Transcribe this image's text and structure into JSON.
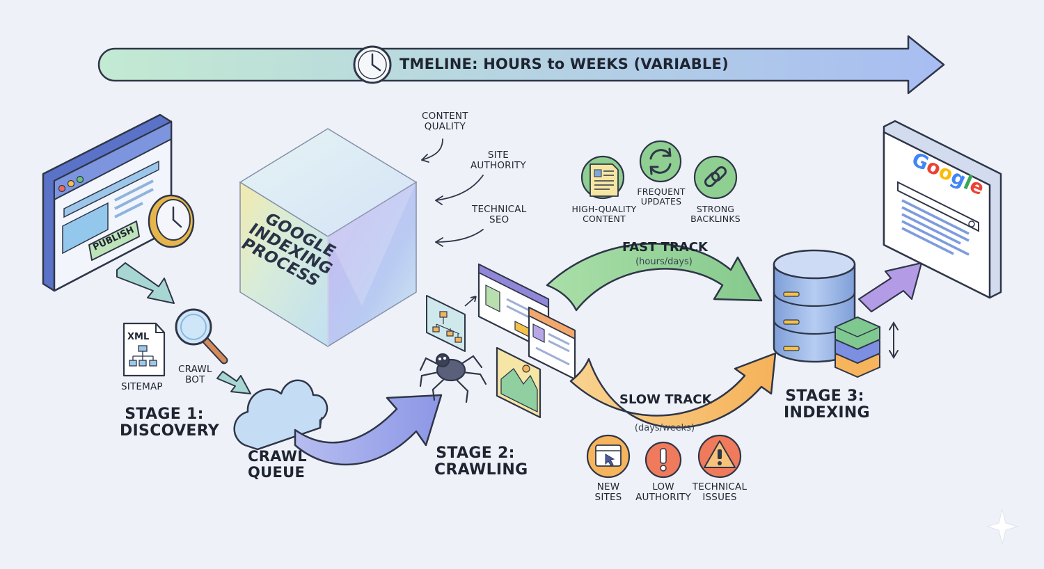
{
  "timeline": {
    "label": "TMELINE: HOURS to WEEKS (VARIABLE)"
  },
  "stage1": {
    "title_line1": "STAGE 1:",
    "title_line2": "DISCOVERY",
    "publish_label": "PUBLISH",
    "sitemap_badge": "XML",
    "sitemap_label": "SITEMAP",
    "crawl_bot_line1": "CRAWL",
    "crawl_bot_line2": "BOT"
  },
  "crawl_queue": {
    "line1": "CRAWL",
    "line2": "QUEUE"
  },
  "cube": {
    "title_line1": "GOOGLE",
    "title_line2": "INDEXING",
    "title_line3": "PROCESS"
  },
  "factors": [
    {
      "line1": "CONTENT",
      "line2": "QUALITY"
    },
    {
      "line1": "SITE",
      "line2": "AUTHORITY"
    },
    {
      "line1": "TECHNICAL",
      "line2": "SEO"
    }
  ],
  "stage2": {
    "title_line1": "STAGE 2:",
    "title_line2": "CRAWLING"
  },
  "fast_track": {
    "title": "FAST TRACK",
    "subtitle": "(hours/days)",
    "factors": [
      {
        "line1": "HIGH-QUALITY",
        "line2": "CONTENT",
        "icon": "document-icon",
        "color": "#8fcf92"
      },
      {
        "line1": "FREQUENT",
        "line2": "UPDATES",
        "icon": "refresh-icon",
        "color": "#8fcf92"
      },
      {
        "line1": "STRONG",
        "line2": "BACKLINKS",
        "icon": "link-icon",
        "color": "#8fcf92"
      }
    ]
  },
  "slow_track": {
    "title": "SLOW TRACK",
    "subtitle": "(days/weeks)",
    "factors": [
      {
        "line1": "NEW",
        "line2": "SITES",
        "icon": "browser-cursor-icon",
        "color": "#f6b45c"
      },
      {
        "line1": "LOW",
        "line2": "AUTHORITY",
        "icon": "exclamation-icon",
        "color": "#f07a5c"
      },
      {
        "line1": "TECHNICAL",
        "line2": "ISSUES",
        "icon": "warning-icon",
        "color": "#f07a5c"
      }
    ]
  },
  "stage3": {
    "title_line1": "STAGE 3:",
    "title_line2": "INDEXING"
  },
  "search_result": {
    "logo_text": "Google"
  },
  "colors": {
    "fast_track": "#8fd18f",
    "slow_track": "#f6b45c",
    "crawl_arrow": "#9aa2ea",
    "index_arrow": "#b39be6",
    "timeline_start": "#bfe8cf",
    "timeline_end": "#a9bff3"
  }
}
